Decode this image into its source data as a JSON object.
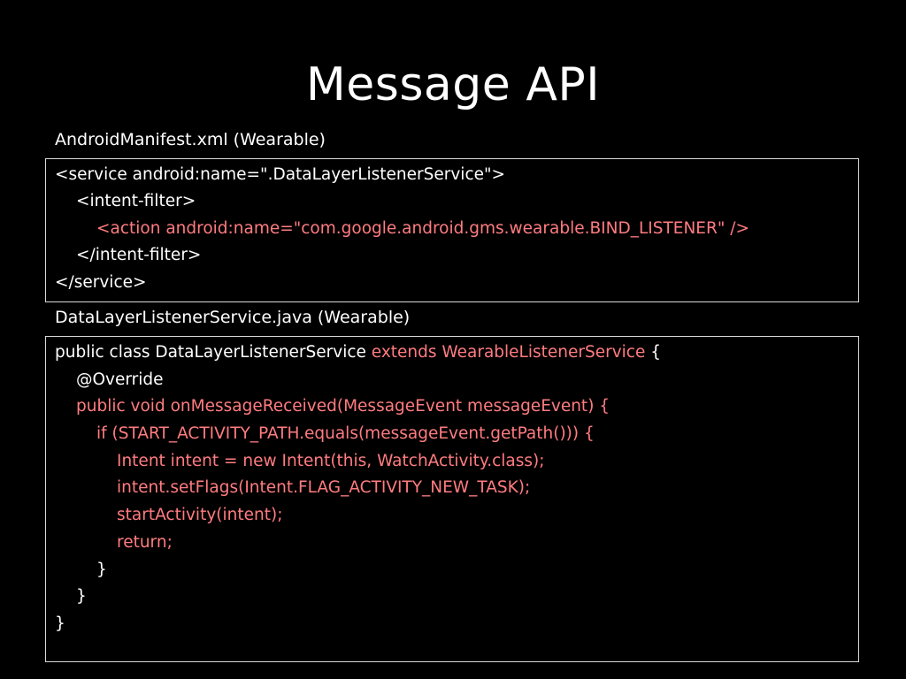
{
  "title": "Message API",
  "colors": {
    "background": "#000000",
    "text": "#ffffff",
    "highlight": "#ff7c80",
    "border": "#d9d9d9"
  },
  "manifest": {
    "label": "AndroidManifest.xml (Wearable)",
    "lines": [
      "<service android:name=\".DataLayerListenerService\">",
      "<intent-filter>",
      "<action android:name=\"com.google.android.gms.wearable.BIND_LISTENER\" />",
      "</intent-filter>",
      "</service>"
    ]
  },
  "java": {
    "label": "DataLayerListenerService.java (Wearable)",
    "class_decl_prefix": "public class DataLayerListenerService ",
    "class_decl_highlight": "extends WearableListenerService",
    "class_decl_suffix": " {",
    "lines": [
      "@Override",
      "public void onMessageReceived(MessageEvent messageEvent) {",
      "if (START_ACTIVITY_PATH.equals(messageEvent.getPath())) {",
      "Intent intent = new Intent(this, WatchActivity.class);",
      "intent.setFlags(Intent.FLAG_ACTIVITY_NEW_TASK);",
      "startActivity(intent);",
      "return;",
      "}",
      "}",
      "}"
    ]
  }
}
